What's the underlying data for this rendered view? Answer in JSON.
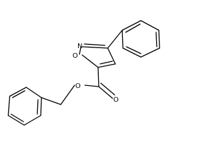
{
  "molecule": {
    "atoms": {
      "n1": "N",
      "o1": "O",
      "o2": "O",
      "o3": "O"
    }
  },
  "colors": {
    "bond": "#000000",
    "background": "#ffffff"
  }
}
